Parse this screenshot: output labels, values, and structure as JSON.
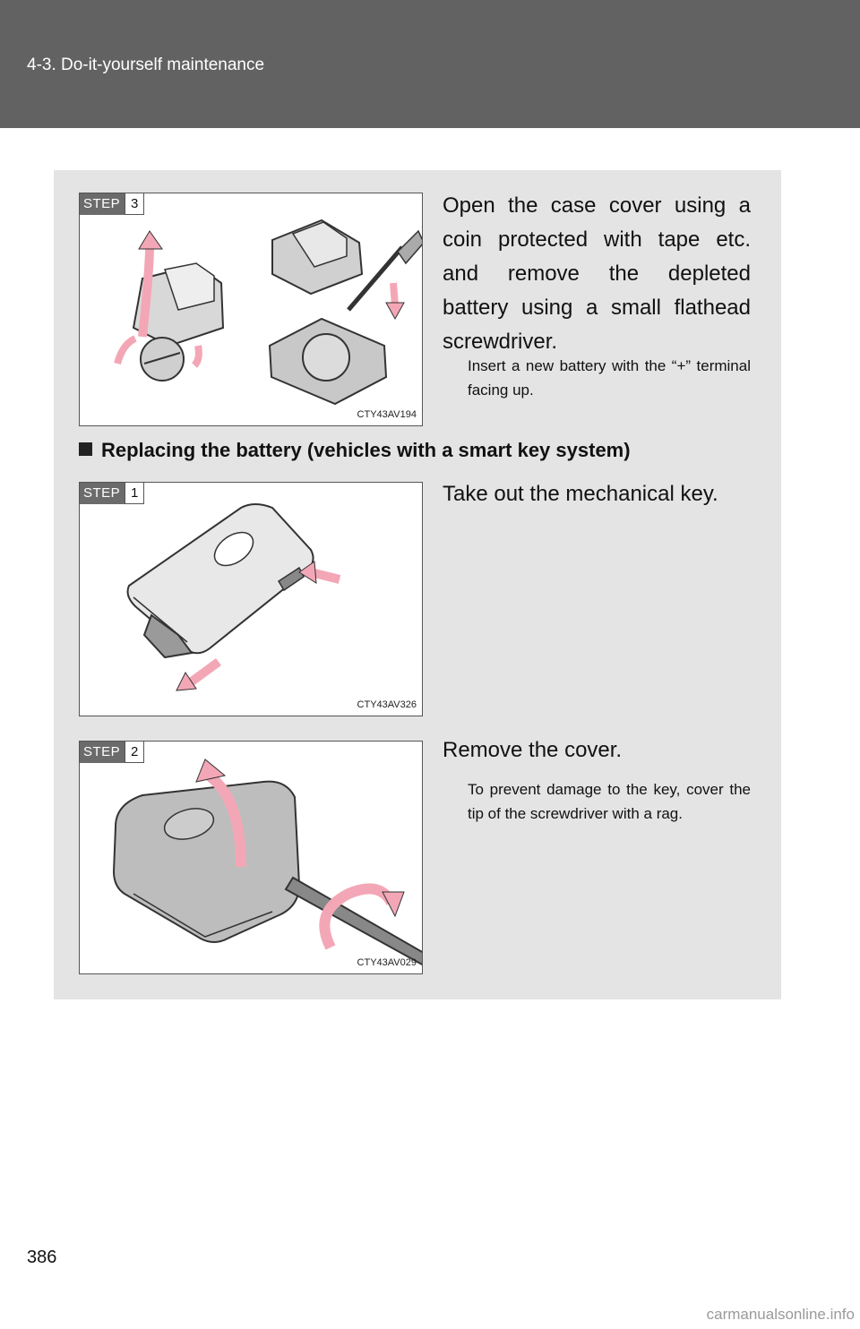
{
  "header": {
    "title": "4-3. Do-it-yourself maintenance"
  },
  "step3": {
    "step_word": "STEP",
    "step_number": "3",
    "figure_code": "CTY43AV194",
    "instruction": "Open the case cover using a coin protected with tape etc. and remove the depleted battery using a small flathead screwdriver.",
    "note": "Insert a new battery with the “+” terminal facing up."
  },
  "section": {
    "heading": "Replacing the battery (vehicles with a smart key system)"
  },
  "step1": {
    "step_word": "STEP",
    "step_number": "1",
    "figure_code": "CTY43AV326",
    "instruction": "Take out the mechanical key."
  },
  "step2": {
    "step_word": "STEP",
    "step_number": "2",
    "figure_code": "CTY43AV029",
    "instruction": "Remove the cover.",
    "note": "To prevent damage to the key, cover the tip of the screwdriver with a rag."
  },
  "footer": {
    "page_number": "386",
    "watermark": "carmanualsonline.info"
  },
  "colors": {
    "header_bg": "#626262",
    "panel_bg": "#e4e4e4",
    "arrow": "#f3a7b6"
  }
}
